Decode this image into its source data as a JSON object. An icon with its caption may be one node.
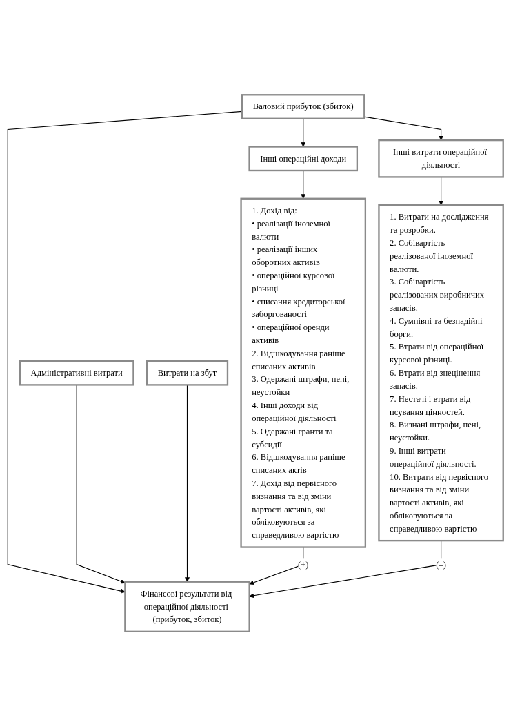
{
  "diagram": {
    "nodes": [
      {
        "text": [
          "Валовий прибуток (збиток)"
        ]
      },
      {
        "text": [
          "Інші операційні доходи"
        ]
      },
      {
        "text": [
          "Інші витрати операційної діяльності"
        ]
      },
      {
        "text": [
          "1. Дохід від:",
          "• реалізації іноземної валюти",
          "• реалізації інших оборотних активів",
          "• операційної курсової різниці",
          "• списання кредиторської заборгованості",
          "• операційної оренди активів",
          "2. Відшкодування раніше списаних активів",
          "3. Одержані штрафи, пені, неустойки",
          "4. Інші доходи від операційної діяльності",
          "5. Одержані гранти та субсидії",
          "6. Відшкодування раніше списаних актів",
          "7. Дохід від первісного визнання та від зміни вартості активів, які обліковуються за справедливою вартістю"
        ]
      },
      {
        "text": [
          "Адміністративні витрати"
        ]
      },
      {
        "text": [
          "Витрати на збут"
        ]
      },
      {
        "text": [
          "1. Витрати на дослідження та розробки.",
          "2. Собівартість реалізованої іноземної валюти.",
          "3. Собівартість реалізованих виробничих запасів.",
          "4. Сумнівні та безнадійні борги.",
          "5. Втрати від операційної курсової різниці.",
          "6. Втрати від знецінення запасів.",
          "7. Нестачі і втрати від псування цінностей.",
          "8. Визнані штрафи, пені, неустойки.",
          "9. Інші витрати операційної діяльності.",
          "10. Витрати від первісного визнання та від зміни вартості активів, які обліковуються за справедливою вартістю"
        ]
      },
      {
        "text": [
          "Фінансові результати від операційної діяльності (прибуток, збиток)"
        ]
      }
    ],
    "edges": [
      {
        "from": 0,
        "to": 1,
        "arrow": "to"
      },
      {
        "from": 0,
        "to": 2,
        "arrow": "to"
      },
      {
        "from": 1,
        "to": 3,
        "arrow": "to"
      },
      {
        "from": 2,
        "to": 6,
        "arrow": "to"
      },
      {
        "from": 0,
        "to": 7,
        "arrow": "to"
      },
      {
        "from": 4,
        "to": 7,
        "arrow": "to"
      },
      {
        "from": 5,
        "to": 7,
        "arrow": "to"
      },
      {
        "from": 3,
        "to": 7,
        "arrow": "to",
        "label": "(+)"
      },
      {
        "from": 6,
        "to": 7,
        "arrow": "to",
        "label": "(–)"
      }
    ]
  }
}
